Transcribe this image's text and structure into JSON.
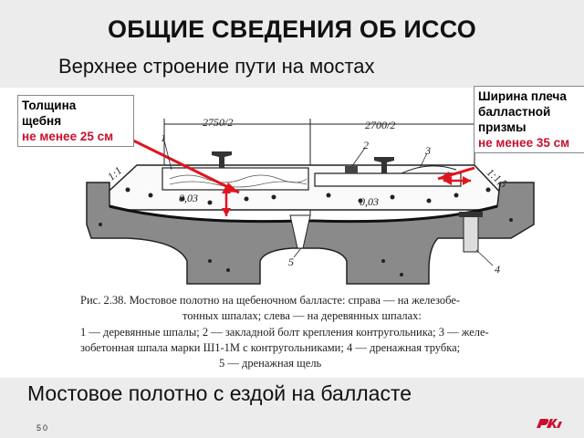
{
  "slide": {
    "title": "ОБЩИЕ СВЕДЕНИЯ ОБ  ИССО",
    "subtitle": "Верхнее строение пути на мостах",
    "bottom_caption": "Мостовое полотно с ездой на балласте",
    "page_number": "50"
  },
  "callouts": {
    "left": {
      "line1": "Толщина",
      "line2": "щебня",
      "line3": "не менее 25 см"
    },
    "right": {
      "line1": "Ширина плеча",
      "line2": "балластной",
      "line3": "призмы",
      "line4": "не менее 35 см"
    }
  },
  "figure": {
    "dim_left": "2750/2",
    "dim_right": "2700/2",
    "slope_left": "1:1",
    "slope_right": "1:1,5",
    "grade_left": "0,03",
    "grade_right": "0,03",
    "labels": [
      "1",
      "2",
      "3",
      "4",
      "5"
    ],
    "caption": [
      "Рис. 2.38. Мостовое полотно на щебеночном балласте: справа — на железобе-",
      "тонных шпалах; слева — на деревянных шпалах:",
      "1 — деревянные шпалы; 2 — закладной болт крепления контругольника; 3 — желе-",
      "зобетонная шпала марки Ш1-1М с контругольниками; 4 — дренажная трубка;",
      "5 — дренажная щель"
    ]
  },
  "colors": {
    "accent": "#c8102e",
    "arrow": "#e0141e",
    "background": "#ececec"
  }
}
